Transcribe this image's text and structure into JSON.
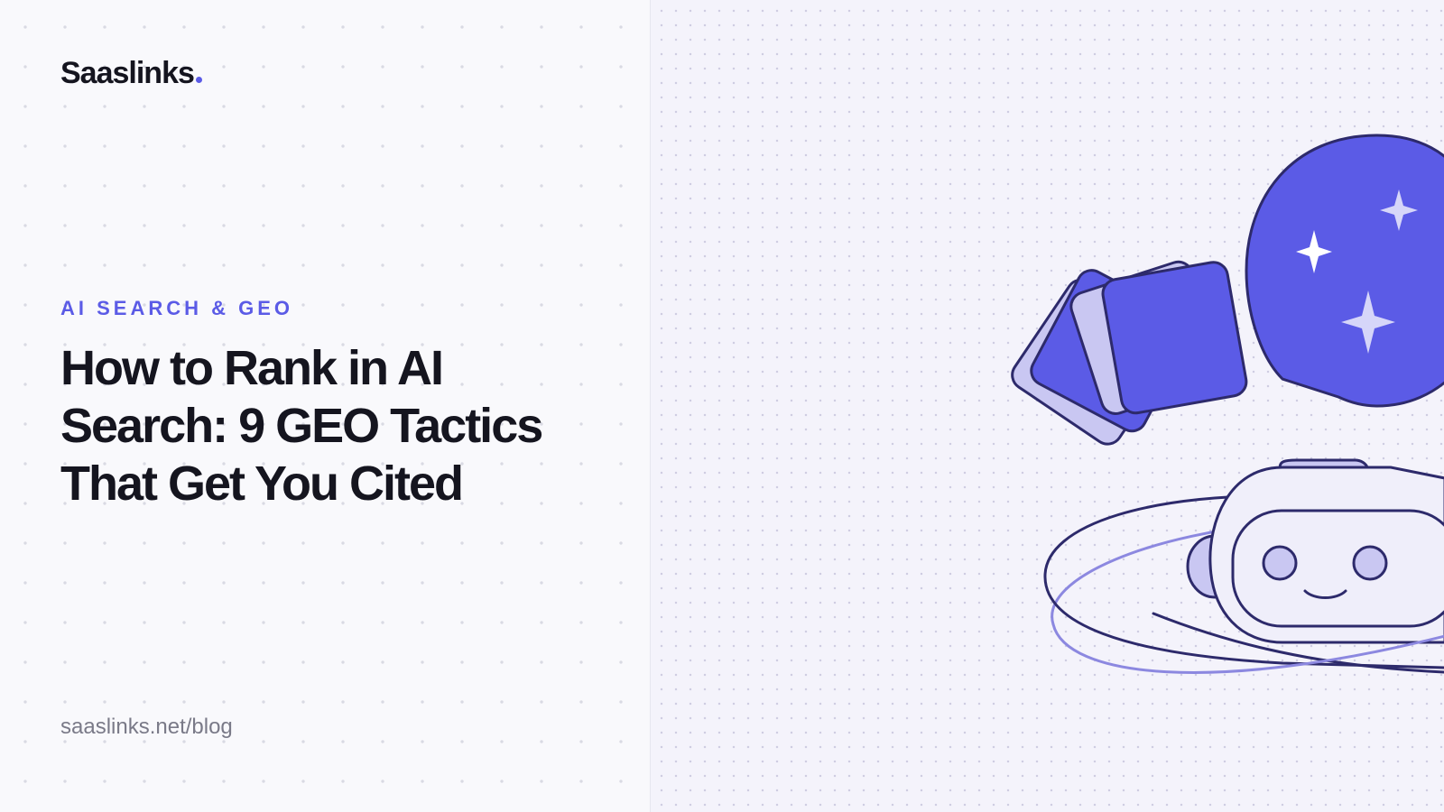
{
  "brand": {
    "name": "Saaslinks",
    "accent": "#5b5be6",
    "dark": "#15151f",
    "outline": "#2d2a6b",
    "muted": "#7a7a88"
  },
  "article": {
    "category": "AI SEARCH & GEO",
    "title": "How to Rank in AI Search: 9 GEO Tactics That Get You Cited"
  },
  "footer": {
    "url": "saaslinks.net/blog"
  },
  "illustration": {
    "icons": [
      "stacked-cards-icon",
      "sparkle-chat-bubble-icon",
      "robot-face-icon",
      "orbit-ring-icon"
    ]
  }
}
